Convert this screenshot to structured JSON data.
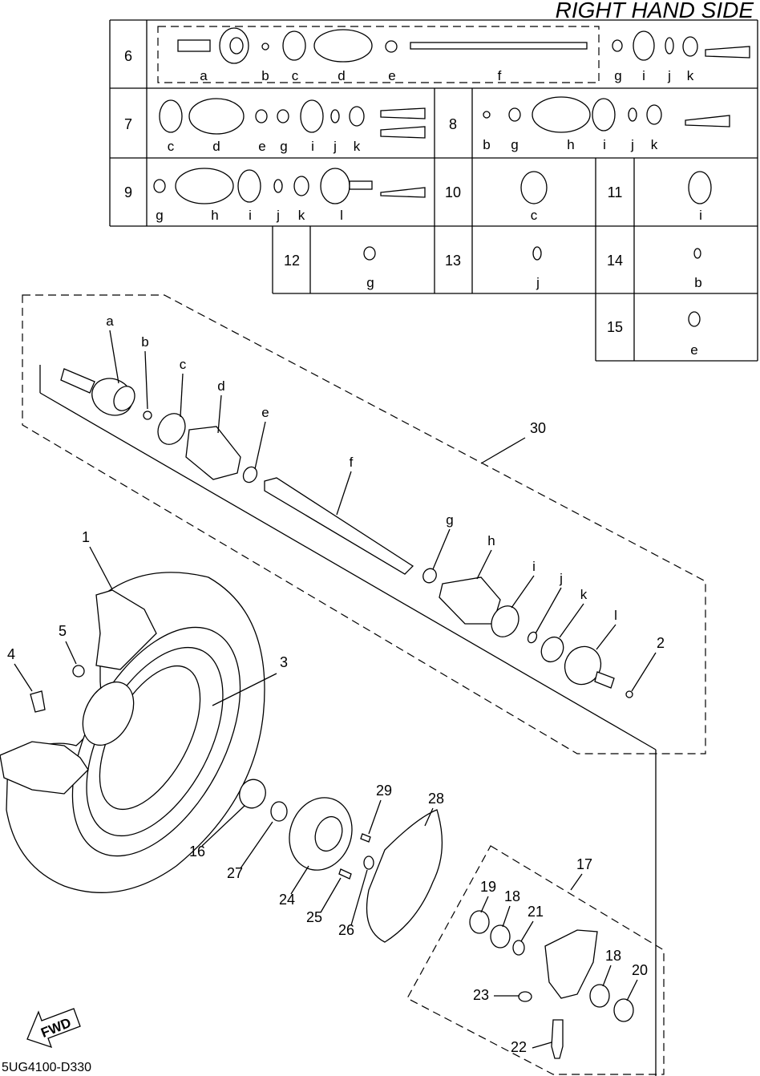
{
  "title": "RIGHT HAND SIDE",
  "diagram_code": "5UG4100-D330",
  "fwd_label": "FWD",
  "kit_table": {
    "rows": [
      {
        "num": "6",
        "letters": [
          "a",
          "b",
          "c",
          "d",
          "e",
          "f",
          "g",
          "i",
          "j",
          "k"
        ]
      },
      {
        "num": "7",
        "letters": [
          "c",
          "d",
          "e",
          "g",
          "i",
          "j",
          "k"
        ]
      },
      {
        "num": "8",
        "letters": [
          "b",
          "g",
          "h",
          "i",
          "j",
          "k"
        ]
      },
      {
        "num": "9",
        "letters": [
          "g",
          "h",
          "i",
          "j",
          "k",
          "l"
        ]
      },
      {
        "num": "10",
        "letters": [
          "c"
        ]
      },
      {
        "num": "11",
        "letters": [
          "i"
        ]
      },
      {
        "num": "12",
        "letters": [
          "g"
        ]
      },
      {
        "num": "13",
        "letters": [
          "j"
        ]
      },
      {
        "num": "14",
        "letters": [
          "b"
        ]
      },
      {
        "num": "15",
        "letters": [
          "e"
        ]
      }
    ]
  },
  "shaft_letters": [
    "a",
    "b",
    "c",
    "d",
    "e",
    "f",
    "g",
    "h",
    "i",
    "j",
    "k",
    "l"
  ],
  "callouts": [
    "1",
    "2",
    "3",
    "4",
    "5",
    "16",
    "17",
    "18",
    "18",
    "19",
    "20",
    "21",
    "22",
    "23",
    "24",
    "25",
    "26",
    "27",
    "28",
    "29",
    "30"
  ]
}
